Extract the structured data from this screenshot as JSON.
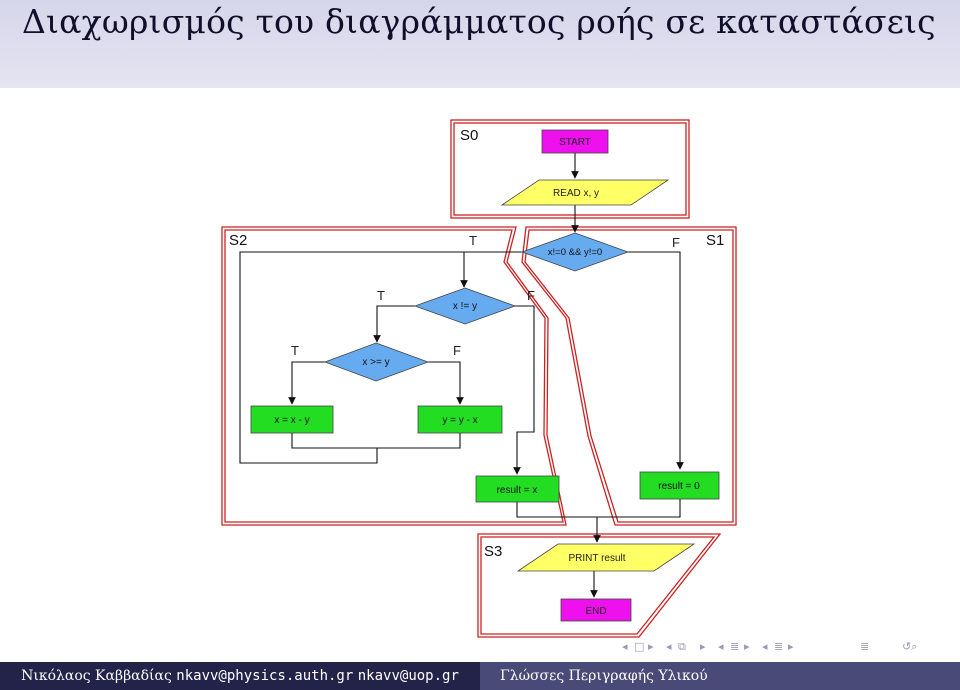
{
  "slide": {
    "title": "Διαχωρισμός του διαγράμματος ροής σε καταστάσεις"
  },
  "diagram": {
    "states": {
      "s0": "S0",
      "s1": "S1",
      "s2": "S2",
      "s3": "S3"
    },
    "nodes": {
      "start": "START",
      "read": "READ x, y",
      "cond_nonzero": "x!=0 && y!=0",
      "cond_neq": "x != y",
      "cond_ge": "x >= y",
      "assign_x": "x = x - y",
      "assign_y": "y = y - x",
      "result_x": "result = x",
      "result_0": "result = 0",
      "print": "PRINT result",
      "end": "END"
    },
    "branch_labels": {
      "nonzero_true": "T",
      "nonzero_false": "F",
      "neq_true": "T",
      "neq_false": "F",
      "ge_true": "T",
      "ge_false": "F"
    },
    "colors": {
      "terminal": "#ee11ee",
      "io": "#ffff66",
      "decision": "#66aaf0",
      "process": "#22dd22",
      "state_border": "#cc2222"
    }
  },
  "navigation": {
    "icons": [
      "nav-prev-frame-icon",
      "nav-frame-icon",
      "nav-next-frame-icon",
      "nav-prev-slide-icon",
      "nav-slide-icon",
      "nav-next-slide-icon",
      "nav-prev-section-icon",
      "nav-section-icon",
      "nav-next-section-icon",
      "nav-prev-subsection-icon",
      "nav-subsection-icon",
      "nav-next-subsection-icon",
      "nav-menu-icon",
      "nav-search-icon"
    ]
  },
  "footer": {
    "author": "Νικόλαος Καββαδίας",
    "email1": "nkavv@physics.auth.gr",
    "email2": "nkavv@uop.gr",
    "course": "Γλώσσες Περιγραφής Υλικού"
  }
}
